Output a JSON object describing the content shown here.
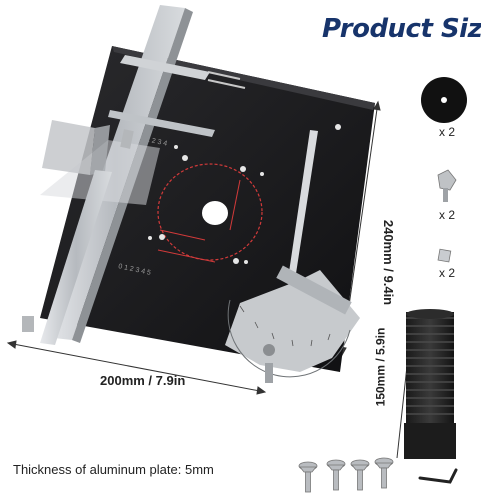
{
  "title": "Product Size",
  "accessories": [
    {
      "name": "washer",
      "qty": "x 2"
    },
    {
      "name": "clamp knob",
      "qty": "x 2"
    },
    {
      "name": "nut",
      "qty": "x 2"
    }
  ],
  "dimensions": {
    "width": "200mm / 7.9in",
    "height": "240mm / 9.4in",
    "hose": "150mm / 5.9in"
  },
  "thickness_note": "Thickness of aluminum plate: 5mm",
  "colors": {
    "title": "#17346b",
    "plate": "#1b1b1d",
    "fence": "#c9cccf",
    "accent_red": "#d23a3a"
  }
}
